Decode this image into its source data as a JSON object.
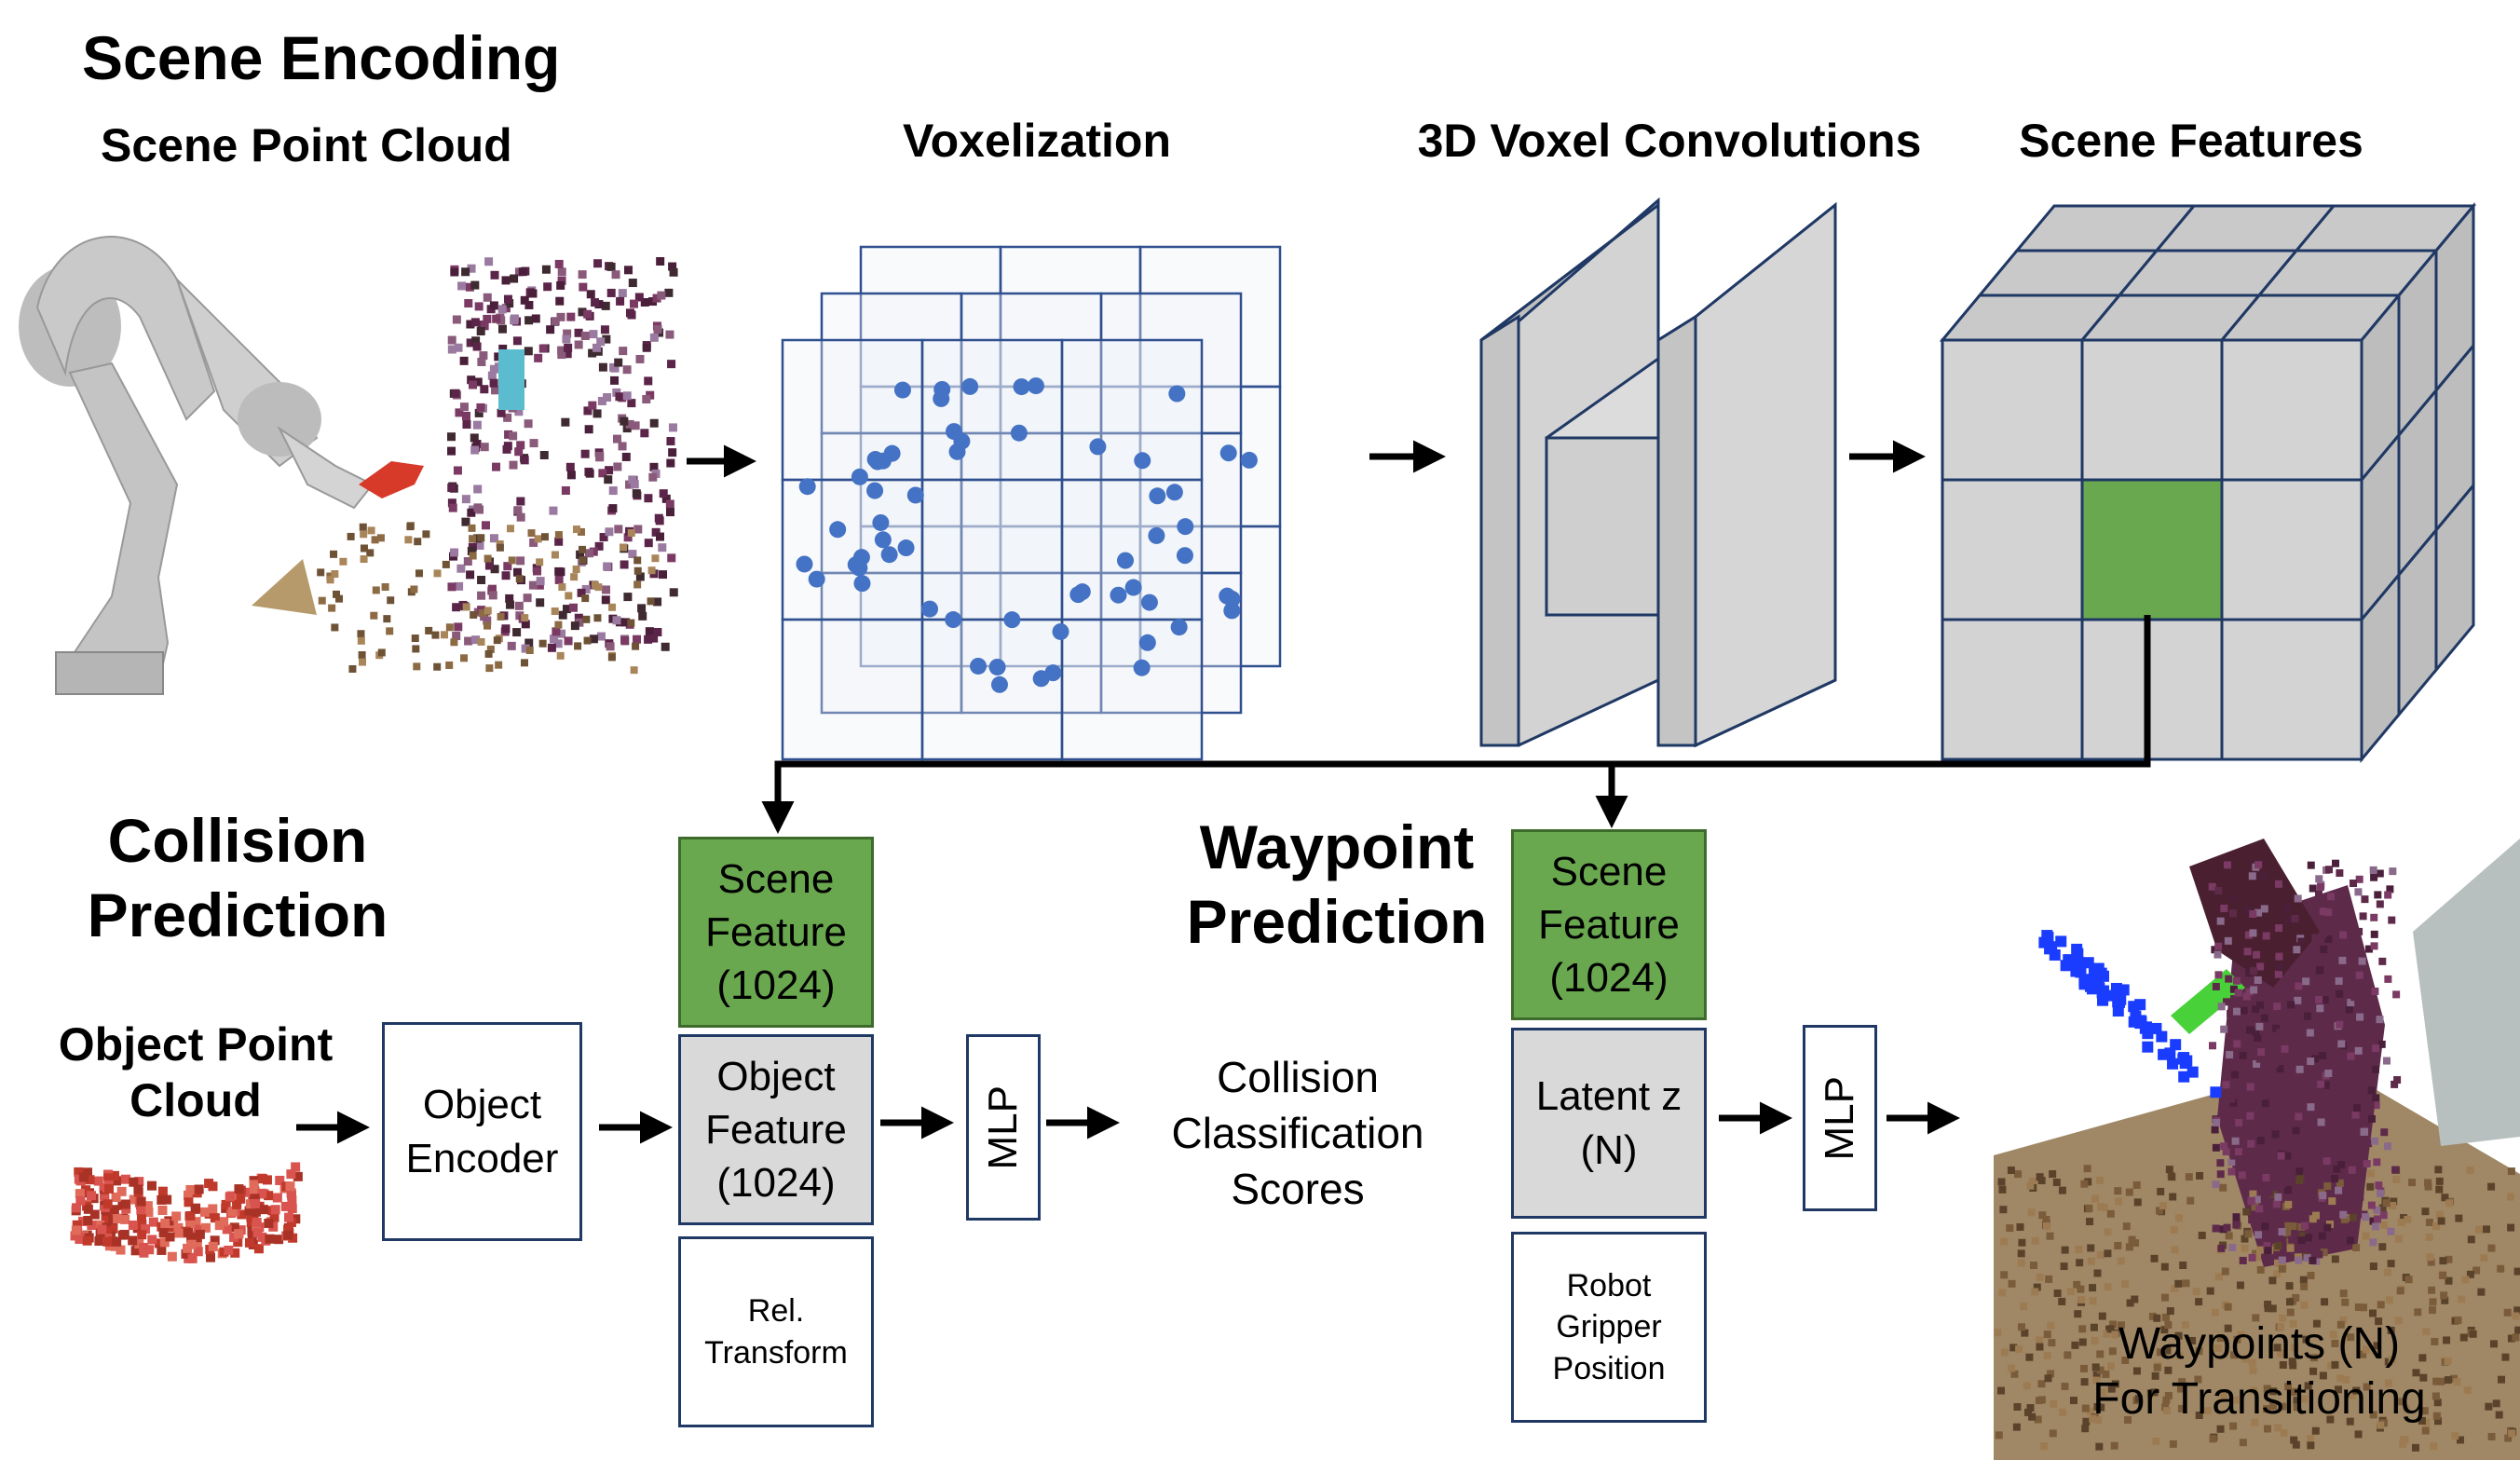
{
  "top": {
    "title": "Scene Encoding",
    "point_cloud_label": "Scene Point Cloud",
    "voxelization_label": "Voxelization",
    "conv_label": "3D Voxel Convolutions",
    "features_label": "Scene Features"
  },
  "collision": {
    "title_line1": "Collision",
    "title_line2": "Prediction",
    "object_label_line1": "Object Point",
    "object_label_line2": "Cloud",
    "encoder_line1": "Object",
    "encoder_line2": "Encoder",
    "scene_feature": [
      "Scene",
      "Feature",
      "(1024)"
    ],
    "object_feature": [
      "Object",
      "Feature",
      "(1024)"
    ],
    "rel_transform": [
      "Rel.",
      "Transform"
    ],
    "mlp": "MLP",
    "scores": [
      "Collision",
      "Classification",
      "Scores"
    ]
  },
  "waypoint": {
    "title_line1": "Waypoint",
    "title_line2": "Prediction",
    "scene_feature": [
      "Scene",
      "Feature",
      "(1024)"
    ],
    "latent": [
      "Latent z",
      "(N)"
    ],
    "robot": [
      "Robot",
      "Gripper",
      "Position"
    ],
    "mlp": "MLP",
    "output_line1": "Waypoints (N)",
    "output_line2": "For Transitioning"
  },
  "colors": {
    "green": "#6aa84f",
    "grey": "#d9d9d9",
    "navy": "#1f3864",
    "dot": "#4472c4"
  }
}
